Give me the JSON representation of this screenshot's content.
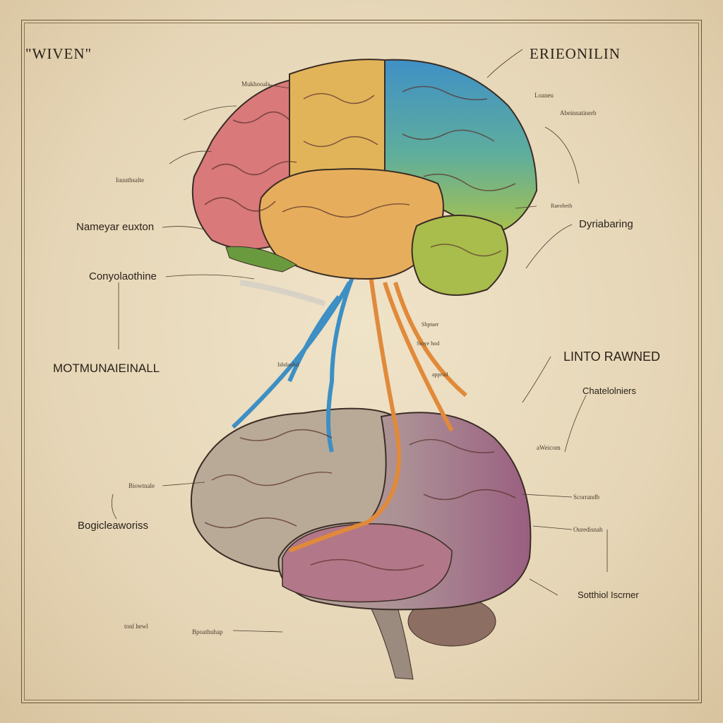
{
  "title_left": "\"WIVEN\"",
  "title_right": "ERIEONILIN",
  "labels": {
    "mukhooals": "Mukhooals",
    "iuuuthsalte": "Iuuuthsalte",
    "nameyar": "Nameyar euxton",
    "conyolaothine": "Conyolaothine",
    "motmunaieinall": "MOTMUNAIEINALL",
    "loaneu": "Loaneu",
    "abeinnatinerb": "Abeinnatinerb",
    "raeobeth": "Raeobeth",
    "dyriabaring": "Dyriabaring",
    "linto_rawned": "LINTO RAWNED",
    "chatelolniers": "Chatelolniers",
    "aweicom": "aWeicom",
    "scorrandb": "Scorrandb",
    "ouredisnah": "Ouredisnah",
    "sotthiol": "Sotthiol Iscrner",
    "biowtnale": "Biowtnale",
    "bogicleaworiss": "Bogicleaworiss",
    "tonl_hewl": "tonl hewl",
    "bpoathuhap": "Bpoathuhap",
    "shptaer": "Shptaer",
    "stoye_hod": "Stoye hod",
    "ishdaohsl": "Ishdaohsl",
    "approd": "approd"
  },
  "colors": {
    "paper": "#e3d3b4",
    "red_lobe": "#d9797a",
    "yellow_lobe": "#e3b85a",
    "blue_lobe": "#4f98c4",
    "green_lobe": "#9cbf4e",
    "grey_brain": "#b5a595",
    "purple_brain": "#a9708a"
  }
}
